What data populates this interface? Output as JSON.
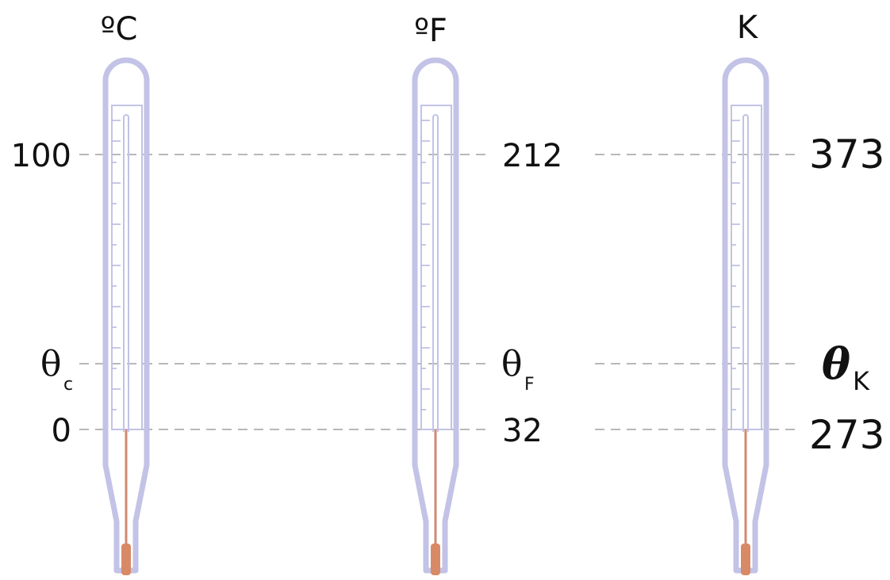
{
  "scales": [
    {
      "id": "celsius",
      "unit": "ºC",
      "upper": "100",
      "variable": "θ",
      "variable_subscript": "c",
      "lower": "0"
    },
    {
      "id": "fahrenheit",
      "unit": "ºF",
      "upper": "212",
      "variable": "θ",
      "variable_subscript": "F",
      "lower": "32"
    },
    {
      "id": "kelvin",
      "unit": "K",
      "upper": "373",
      "variable": "θ",
      "variable_subscript": "K",
      "lower": "273"
    }
  ],
  "colors": {
    "glass": "#c2c3e6",
    "liquid": "#d88a66",
    "guide_line": "#b8b8b8",
    "text": "#111111"
  }
}
